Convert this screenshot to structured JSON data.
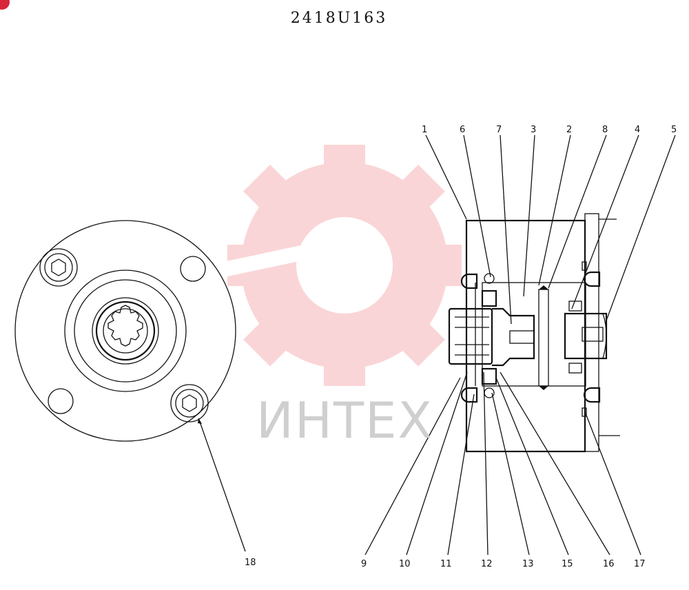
{
  "drawing": {
    "code": "2418U163",
    "watermark": "ИНТЕХ",
    "accent_color": "#d8273a",
    "watermark_color": "#f7b5b8"
  },
  "callouts": {
    "top": [
      "1",
      "6",
      "7",
      "3",
      "2",
      "8",
      "4",
      "5"
    ],
    "bottom": [
      "9",
      "10",
      "11",
      "12",
      "13",
      "15",
      "16",
      "17"
    ],
    "left": "18"
  }
}
